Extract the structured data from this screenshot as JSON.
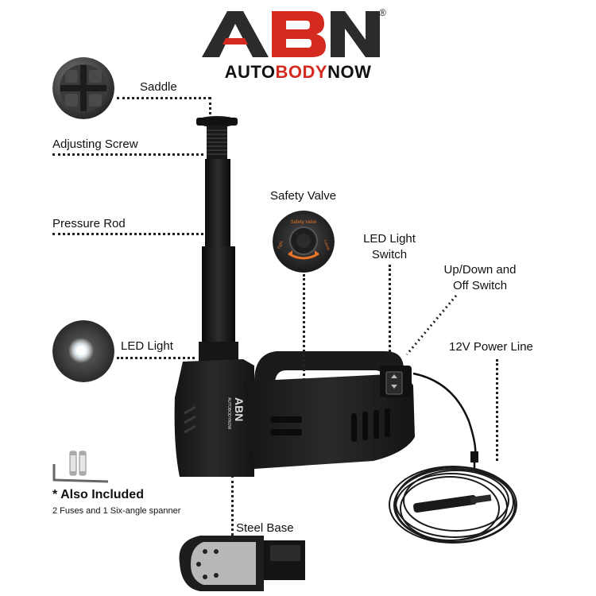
{
  "brand": {
    "logo_letters": "ABN",
    "registered": "®",
    "word_part1": "AUTO",
    "word_part2": "BODY",
    "word_part3": "NOW",
    "accent_color": "#d42a20"
  },
  "labels": {
    "saddle": "Saddle",
    "adjusting_screw": "Adjusting Screw",
    "pressure_rod": "Pressure Rod",
    "led_light": "LED Light",
    "safety_valve": "Safety Valve",
    "led_switch_line1": "LED Light",
    "led_switch_line2": "Switch",
    "updown_line1": "Up/Down and",
    "updown_line2": "Off Switch",
    "power_line": "12V Power Line",
    "steel_base": "Steel Base"
  },
  "included": {
    "title": "* Also Included",
    "subtitle": "2 Fuses and 1 Six-angle spanner"
  },
  "valve_dial": {
    "top": "Safety valve",
    "left": "Tight",
    "right": "Loose"
  },
  "jack_badge": {
    "letters": "ABN",
    "word": "AUTOBODYNOW"
  },
  "icons": [
    "saddle-closeup-icon",
    "led-closeup-icon",
    "safety-valve-closeup-icon",
    "fuses-icon",
    "spanner-icon"
  ]
}
